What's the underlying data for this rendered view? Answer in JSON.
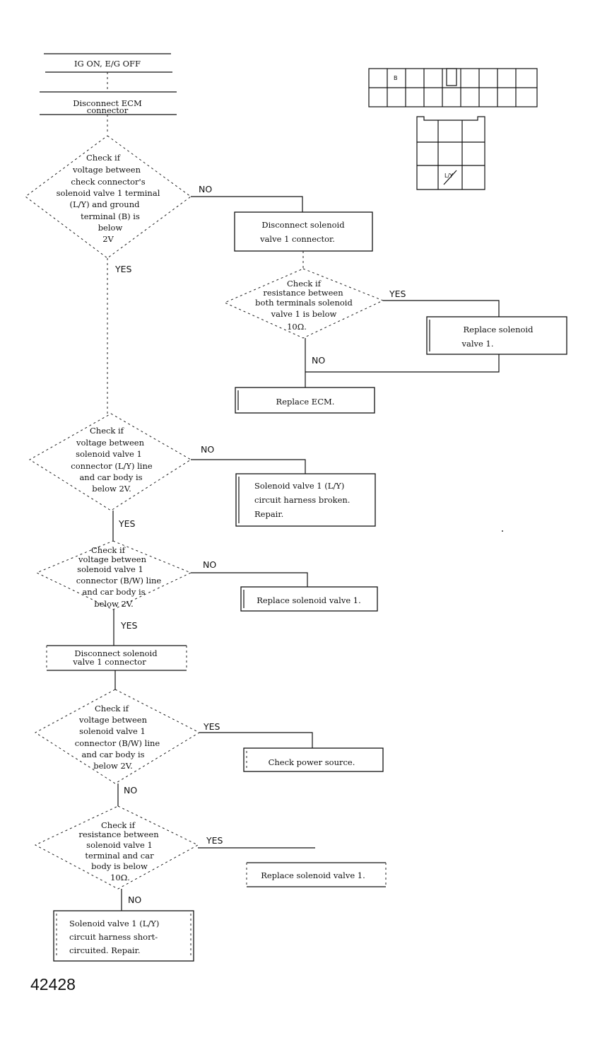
{
  "steps": {
    "s1": "IG ON, E/G OFF",
    "s2": [
      "Disconnect ECM",
      "connector"
    ],
    "d1": [
      "Check if",
      "voltage between",
      "check connector's",
      "solenoid valve 1 terminal",
      "(L/Y) and ground",
      "terminal (B) is",
      "below",
      "2V"
    ],
    "b1": [
      "Disconnect solenoid",
      "valve 1 connector."
    ],
    "d2": [
      "Check if",
      "resistance between",
      "both terminals solenoid",
      "valve 1 is below",
      "10Ω."
    ],
    "b2": [
      "Replace solenoid",
      "valve 1."
    ],
    "b3": "Replace ECM.",
    "d3": [
      "Check if",
      "voltage between",
      "solenoid valve 1",
      "connector (L/Y) line",
      "and car body is",
      "below 2V."
    ],
    "b4": [
      "Solenoid valve 1 (L/Y)",
      "circuit harness broken.",
      "Repair."
    ],
    "d4": [
      "Check if",
      "voltage between",
      "solenoid valve 1",
      "connector (B/W) line",
      "and car body is",
      "below 2V."
    ],
    "b5": "Replace solenoid valve 1.",
    "s3": [
      "Disconnect solenoid",
      "valve 1 connector"
    ],
    "d5": [
      "Check if",
      "voltage between",
      "solenoid valve 1",
      "connector (B/W) line",
      "and car body is",
      "below 2V."
    ],
    "b6": "Check power source.",
    "d6": [
      "Check if",
      "resistance between",
      "solenoid valve 1",
      "terminal and car",
      "body is below",
      "10Ω."
    ],
    "b7": "Replace solenoid valve 1.",
    "b8": [
      "Solenoid valve 1 (L/Y)",
      "circuit harness short-",
      "circuited. Repair."
    ]
  },
  "labels": {
    "no": "NO",
    "yes": "YES"
  },
  "connector": {
    "pin_b": "B",
    "pin_ly": "L/Y"
  },
  "figure_number": "42428"
}
